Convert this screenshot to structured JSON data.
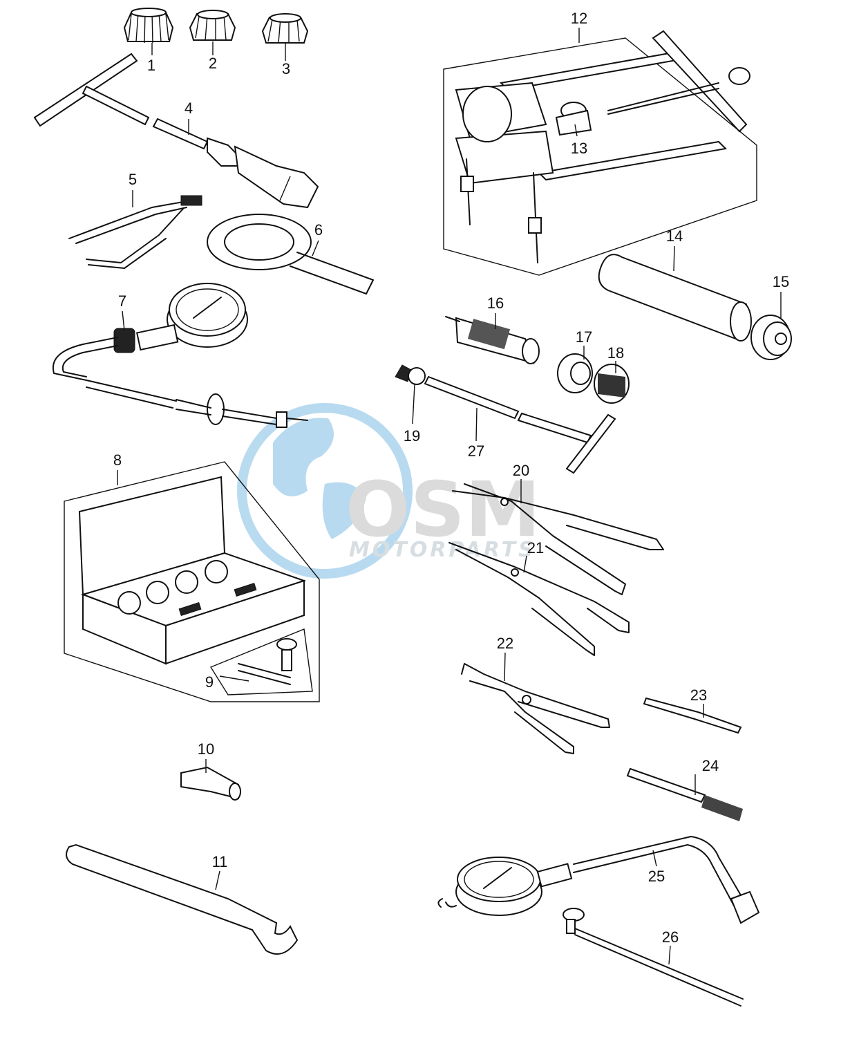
{
  "labels": [
    "1",
    "2",
    "3",
    "4",
    "5",
    "6",
    "7",
    "8",
    "9",
    "10",
    "11",
    "12",
    "13",
    "14",
    "15",
    "16",
    "17",
    "18",
    "19",
    "20",
    "21",
    "22",
    "23",
    "24",
    "25",
    "26",
    "27"
  ],
  "watermark": {
    "logo": "OSM",
    "text": "MOTORPARTS",
    "colors": {
      "globe": "#7fbde4",
      "logo": "#bfbfbf",
      "text": "#b8c4cc"
    }
  }
}
